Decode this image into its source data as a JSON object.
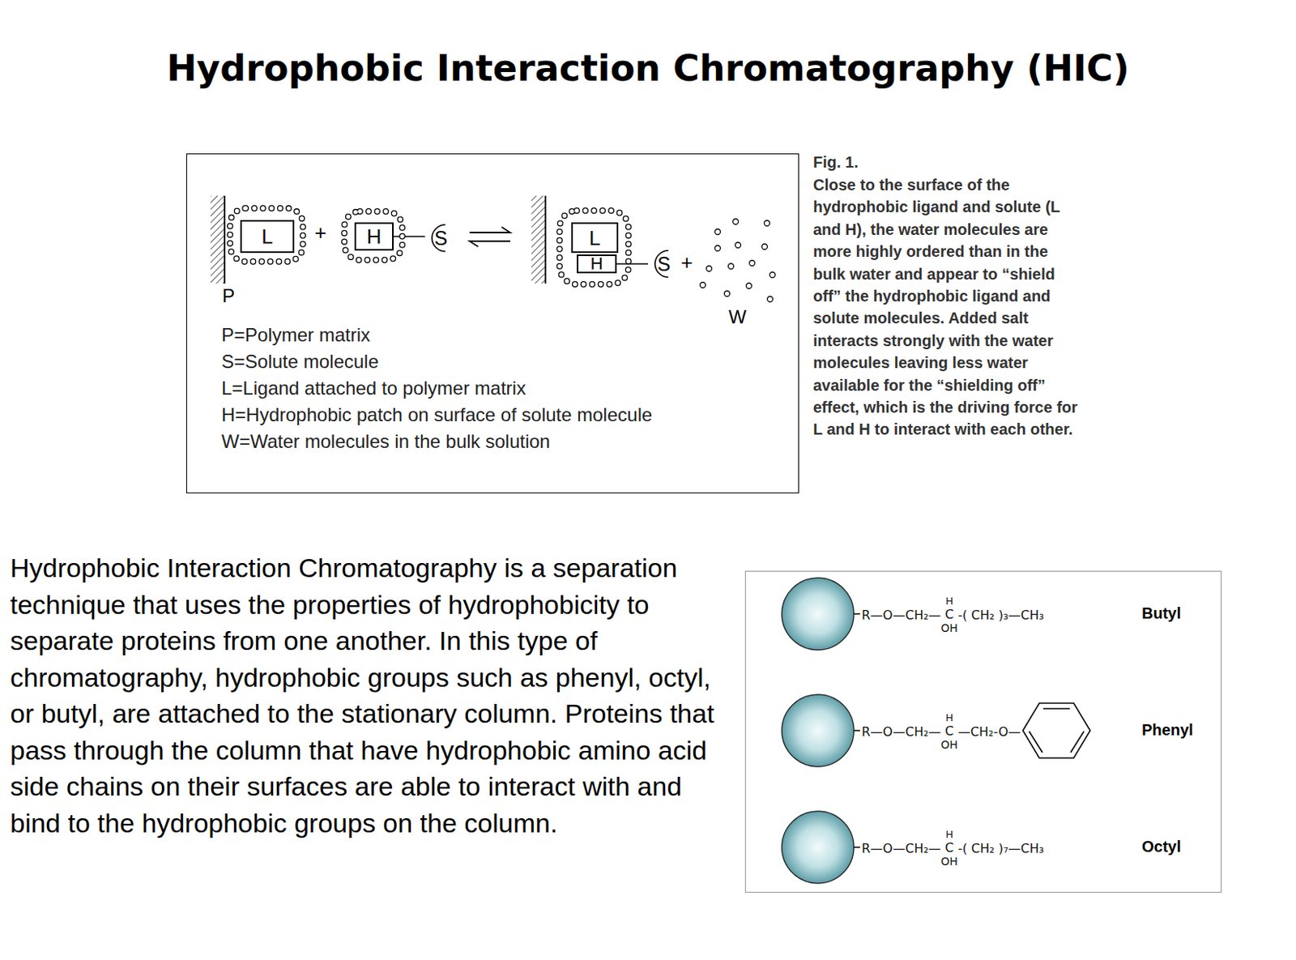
{
  "diagram": {
    "title": "Hydrophobic Interaction Chromatography (HIC)",
    "caption": "Close to the surface of the hydrophobic ligand and solute (L and H), the water molecules are more highly ordered than in the bulk water and appear to “shield off” the hydrophobic ligand and solute molecules. Added salt interacts strongly with the water molecules leaving less water available for the “shielding off” effect, which is the driving force for L and H to interact with each other.",
    "nodes": [
      {
        "text": [
          "P=Polymer matrix",
          "S=Solute molecule",
          "L=Ligand attached to polymer matrix",
          "H=Hydrophobic patch on surface of solute molecule",
          "W=Water molecules in the bulk solution"
        ]
      },
      {
        "text": [
          "L"
        ],
        "in": 0
      },
      {
        "text": [
          "H"
        ],
        "in": 0
      },
      {
        "text": [
          "S"
        ],
        "in": 0
      },
      {
        "text": [
          "L"
        ],
        "in": 0
      },
      {
        "text": [
          "H"
        ],
        "in": 0
      },
      {
        "text": [
          "S"
        ],
        "in": 0
      },
      {
        "text": [
          "R—O—CH₂—",
          "H",
          "C",
          "OH",
          "-( CH₂ )₃—CH₃",
          "Butyl",
          "R—O—CH₂—",
          "H",
          "C",
          "OH",
          "—CH₂-O—",
          "Phenyl",
          "R—O—CH₂—",
          "H",
          "C",
          "OH",
          "-( CH₂ )₇—CH₃",
          "Octyl"
        ]
      }
    ],
    "edges": [
      {
        "from": 2,
        "to": 3,
        "arrow": "none"
      },
      {
        "from": 5,
        "to": 6,
        "arrow": "none"
      }
    ],
    "labels": [
      "+",
      "+",
      "P",
      "W",
      "Fig. 1.",
      "Hydrophobic Interaction Chromatography is a separation technique that uses the properties of hydrophobicity to separate proteins from one another. In this type of chromatography, hydrophobic groups such as phenyl, octyl, or butyl, are attached to the stationary column. Proteins that pass through the column that have hydrophobic amino acid side chains on their surfaces are able to interact with and bind to the hydrophobic groups on the column."
    ]
  }
}
